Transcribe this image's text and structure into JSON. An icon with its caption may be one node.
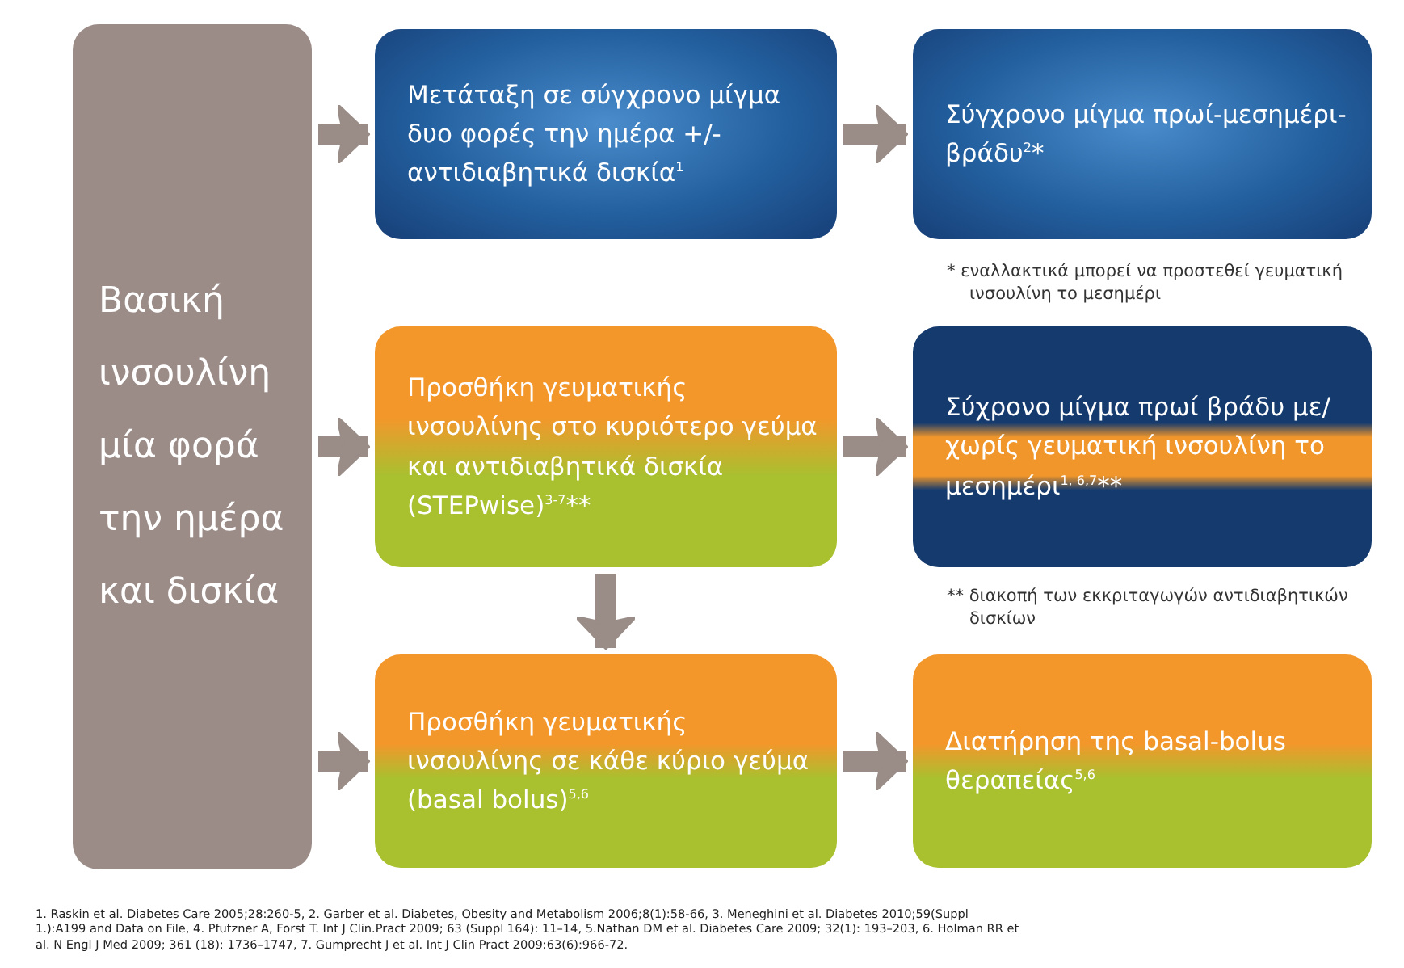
{
  "diagram": {
    "nodes": [
      {
        "text": [
          "Βασική ινσουλίνη μία φορά την ημέρα και δισκία"
        ]
      },
      {
        "text": [
          "Μετάταξη σε σύγχρονο μίγμα δυο φορές την ημέρα +/- αντιδιαβητικά δισκία$^{1}$"
        ]
      },
      {
        "text": [
          "Σύγχρονο μίγμα πρωί-μεσημέρι-βράδυ$^{2}$*"
        ],
        "beside": [
          "* εναλλακτικά μπορεί να προστεθεί γευματική ινσουλίνη το μεσημέρι"
        ]
      },
      {
        "text": [
          "Προσθήκη γευματικής ινσουλίνης στο κυριότερο γεύμα και αντιδιαβητικά δισκία (STEPwise)$^{3-7}$**"
        ]
      },
      {
        "text": [
          "Σύχρονο μίγμα πρωί βράδυ με/χωρίς γευματική ινσουλίνη το μεσημέρι$^{1, 6,7}$**"
        ],
        "beside": [
          "** διακοπή των εκκριταγωγών αντιδιαβητικών δισκίων"
        ]
      },
      {
        "text": [
          "Προσθήκη γευματικής ινσουλίνης σε κάθε κύριο γεύμα (basal bolus)$^{5,6}$"
        ]
      },
      {
        "text": [
          "Διατήρηση της basal-bolus θεραπείας$^{5,6}$"
        ]
      }
    ],
    "edges": [
      {
        "from": 0,
        "to": 1,
        "arrow": "to"
      },
      {
        "from": 1,
        "to": 2,
        "arrow": "to"
      },
      {
        "from": 0,
        "to": 3,
        "arrow": "to"
      },
      {
        "from": 3,
        "to": 4,
        "arrow": "to"
      },
      {
        "from": 3,
        "to": 5,
        "arrow": "to"
      },
      {
        "from": 0,
        "to": 5,
        "arrow": "to"
      },
      {
        "from": 5,
        "to": 6,
        "arrow": "to"
      }
    ],
    "labels": [
      "1. Raskin et al. Diabetes Care 2005;28:260-5, 2. Garber et al. Diabetes, Obesity and Metabolism 2006;8(1):58-66, 3. Meneghini et al. Diabetes 2010;59(Suppl 1.):A199 and Data on File, 4. Pfutzner A, Forst T. Int J Clin.Pract 2009; 63 (Suppl 164): 11–14, 5.Nathan DM et al. Diabetes Care 2009; 32(1): 193–203, 6. Holman RR et al. N Engl J Med 2009; 361 (18): 1736–1747, 7. Gumprecht J et al. Int J Clin Pract 2009;63(6):966-72."
    ]
  }
}
